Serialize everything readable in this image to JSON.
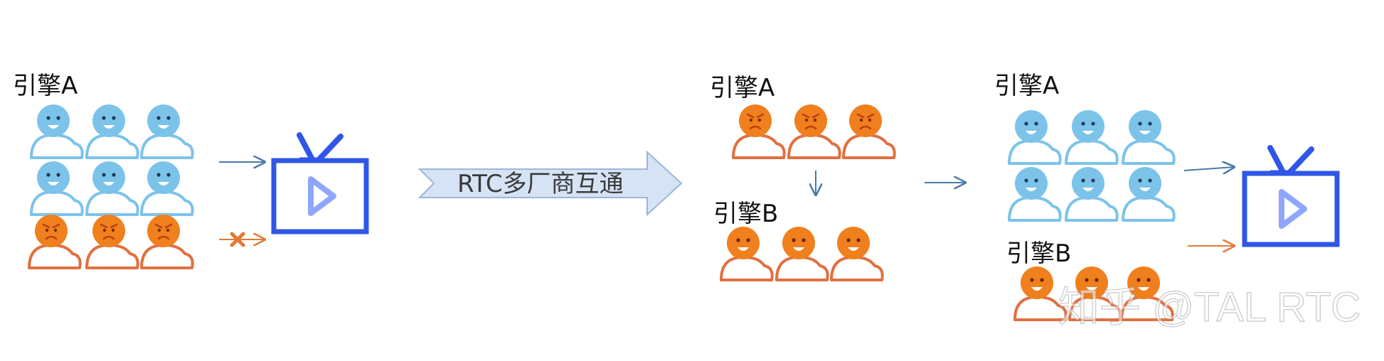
{
  "labels": {
    "left_engine_a": "引擎A",
    "mid_engine_a": "引擎A",
    "mid_engine_b": "引擎B",
    "right_engine_a": "引擎A",
    "right_engine_b": "引擎B"
  },
  "banner": {
    "text": "RTC多厂商互通"
  },
  "watermark": {
    "text": "知乎 @TAL RTC"
  },
  "colors": {
    "blue_user": "#7cc3ea",
    "orange_user": "#f07f1e",
    "orange_outline": "#e07040",
    "tv_blue": "#2f56e6",
    "play_light": "#8fa6ff",
    "arrow_blue": "#4a7aa8",
    "arrow_orange": "#e07a35",
    "banner_fill": "#d6e3f5",
    "banner_stroke": "#9db5da"
  },
  "icons": {
    "user_happy": "user-happy-icon",
    "user_angry": "user-angry-icon",
    "tv": "tv-play-icon",
    "blocked": "cross-icon"
  }
}
